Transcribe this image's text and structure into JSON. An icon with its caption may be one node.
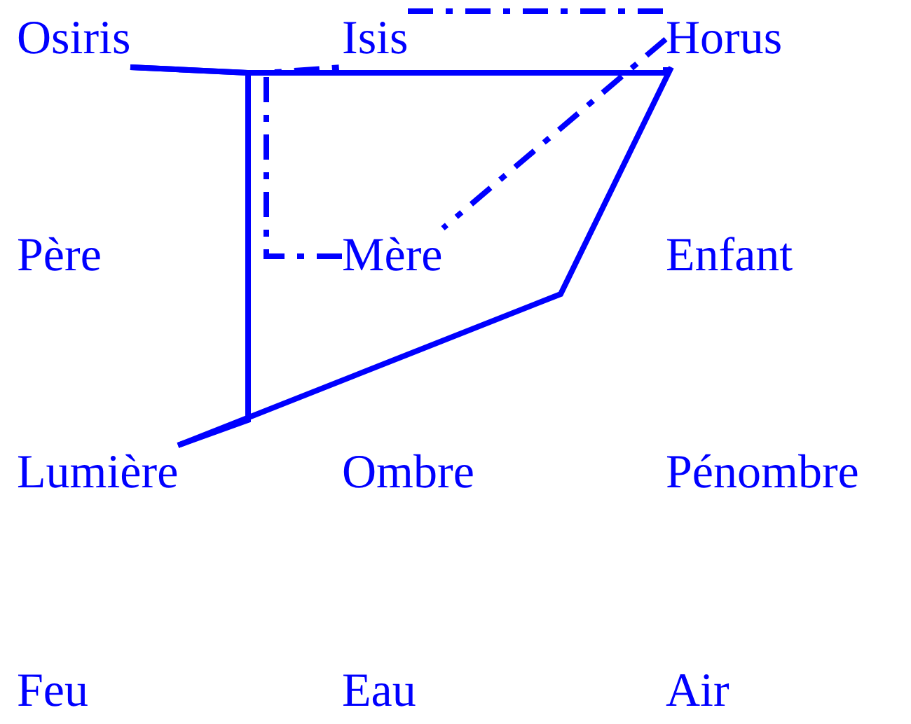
{
  "diagram": {
    "nodes": [
      {
        "text": [
          "Osiris"
        ]
      },
      {
        "text": [
          "Isis"
        ]
      },
      {
        "text": [
          "Horus"
        ]
      },
      {
        "text": [
          "Père"
        ]
      },
      {
        "text": [
          "Mère"
        ]
      },
      {
        "text": [
          "Enfant"
        ]
      },
      {
        "text": [
          "Lumière"
        ]
      },
      {
        "text": [
          "Ombre"
        ]
      },
      {
        "text": [
          "Pénombre"
        ]
      },
      {
        "text": [
          "Feu"
        ]
      },
      {
        "text": [
          "Eau"
        ]
      },
      {
        "text": [
          "Air"
        ]
      }
    ],
    "edges": [
      {
        "from": 0,
        "to": 2,
        "arrow": "none"
      },
      {
        "from": 2,
        "to": 6,
        "arrow": "none"
      },
      {
        "from": 6,
        "to": 0,
        "arrow": "none"
      },
      {
        "from": 1,
        "to": 2,
        "arrow": "none",
        "style": "dashed"
      },
      {
        "from": 2,
        "to": 4,
        "arrow": "none",
        "style": "dashed"
      },
      {
        "from": 4,
        "to": 1,
        "arrow": "none",
        "style": "dashed"
      }
    ]
  }
}
